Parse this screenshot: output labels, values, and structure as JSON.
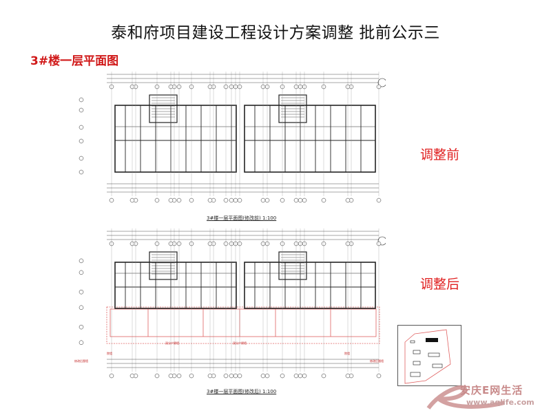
{
  "title": "泰和府项目建设工程设计方案调整 批前公示三",
  "subtitle": "3#楼一层平面图",
  "labels": {
    "before": "调整前",
    "after": "调整后"
  },
  "plans": {
    "before_caption": "3#楼一层平面图(修改前) 1:100",
    "after_caption": "3#楼一层平面图(修改后) 1:100",
    "after_annotations": [
      "双分户隔墙",
      "双分户隔墙",
      "院墙",
      "院墙",
      "修改后围墙",
      "修改后围墙"
    ]
  },
  "watermark": {
    "name": "安庆E网生活",
    "url": "www.aqlife.com"
  },
  "colors": {
    "accent": "#e02020",
    "drawing": "#222222",
    "change": "#e06060"
  }
}
